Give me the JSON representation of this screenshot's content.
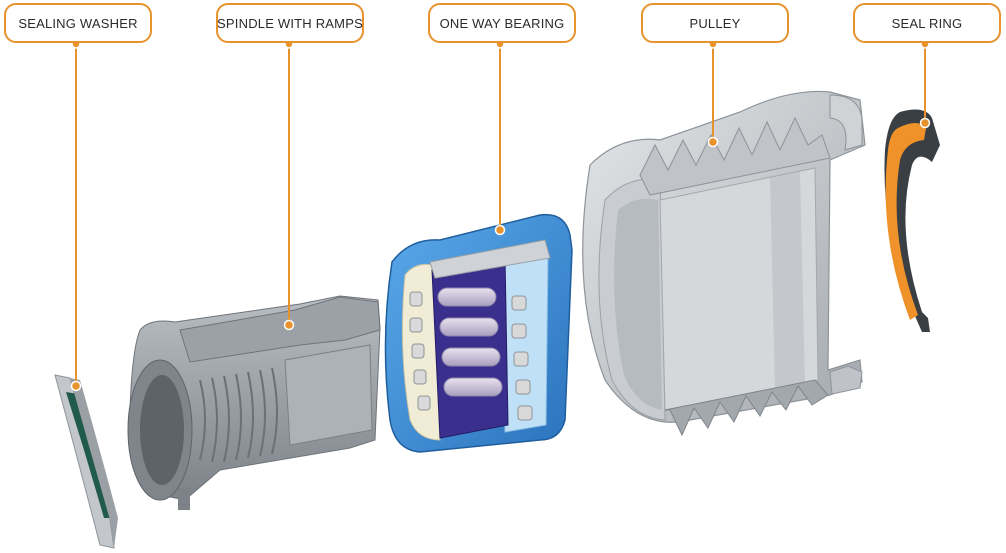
{
  "labels": {
    "sealing_washer": "SEALING WASHER",
    "spindle": "SPINDLE WITH RAMPS",
    "bearing": "ONE WAY BEARING",
    "pulley": "PULLEY",
    "seal_ring": "SEAL RING"
  },
  "colors": {
    "callout_accent": "#e8922e",
    "metal_grey": "#8d9399",
    "bearing_blue": "#3b8ed6",
    "bearing_cage": "#3a2f8c",
    "seal_orange": "#f0922a",
    "seal_dark": "#3a3f44",
    "washer_green": "#1f5a4a"
  },
  "icons": {
    "callout_marker": "orange-dot"
  }
}
